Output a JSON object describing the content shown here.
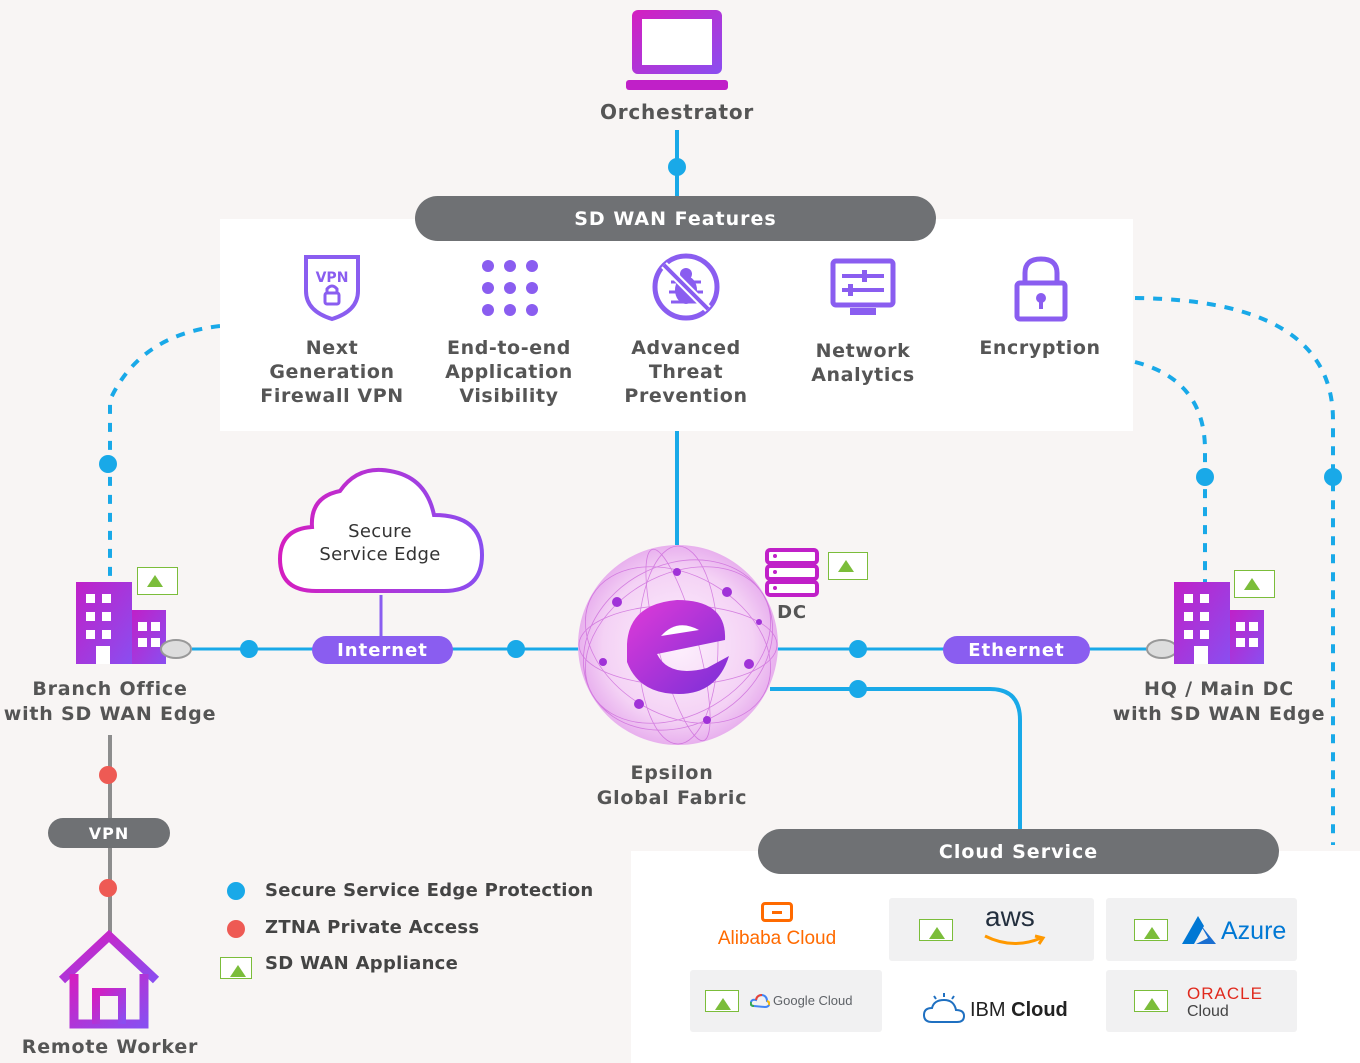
{
  "orchestrator": "Orchestrator",
  "features_title": "SD WAN Features",
  "features": [
    {
      "icon": "vpn-shield-icon",
      "label": "Next\nGeneration\nFirewall VPN",
      "badge": "VPN"
    },
    {
      "icon": "dots-grid-icon",
      "label": "End-to-end\nApplication\nVisibility"
    },
    {
      "icon": "no-bug-icon",
      "label": "Advanced\nThreat\nPrevention"
    },
    {
      "icon": "analytics-monitor-icon",
      "label": "Network\nAnalytics"
    },
    {
      "icon": "padlock-icon",
      "label": "Encryption"
    }
  ],
  "sse": "Secure\nService Edge",
  "internet": "Internet",
  "ethernet": "Ethernet",
  "dc": "DC",
  "branch": "Branch Office\nwith SD WAN Edge",
  "hq": "HQ / Main DC\nwith SD WAN Edge",
  "fabric": "Epsilon\nGlobal Fabric",
  "vpn": "VPN",
  "remote": "Remote Worker",
  "cloud_title": "Cloud Service",
  "clouds": {
    "alibaba": "Alibaba Cloud",
    "aws": "aws",
    "azure": "Azure",
    "google": "Google Cloud",
    "ibm_a": "IBM",
    "ibm_b": "Cloud",
    "oracle_a": "ORACLE",
    "oracle_b": "Cloud"
  },
  "legend": [
    {
      "label": "Secure Service Edge Protection",
      "color": "#19a9e8"
    },
    {
      "label": "ZTNA Private Access",
      "color": "#ee5a54"
    },
    {
      "label": "SD WAN Appliance",
      "color": "#7bbd3a"
    }
  ],
  "colors": {
    "blue": "#19a9e8",
    "red": "#ee5a54",
    "purple": "#8a5df0",
    "magenta": "#c020c8",
    "gray": "#6f7174"
  }
}
